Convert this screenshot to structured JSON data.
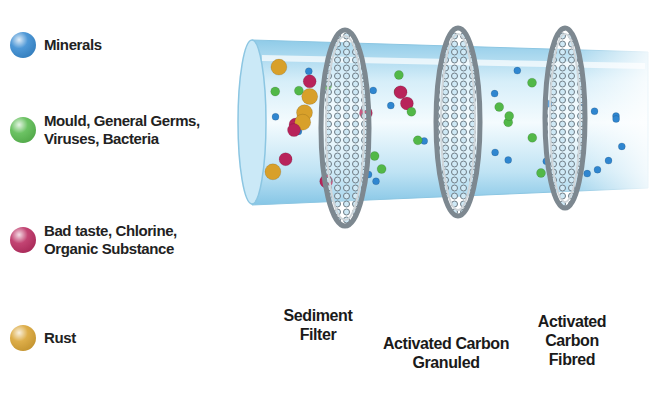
{
  "diagram": {
    "labels": [
      "Sediment Filter",
      "Activated Carbon Granuled",
      "Activated Carbon Fibred"
    ],
    "legend": [
      {
        "text": "Minerals",
        "color": "#2f86d0"
      },
      {
        "text": "Mould, General Germs, Viruses, Bacteria",
        "color": "#52b848"
      },
      {
        "text": "Bad taste, Chlorine, Organic Substance",
        "color": "#b8235a"
      },
      {
        "text": "Rust",
        "color": "#d8a02a"
      }
    ]
  }
}
